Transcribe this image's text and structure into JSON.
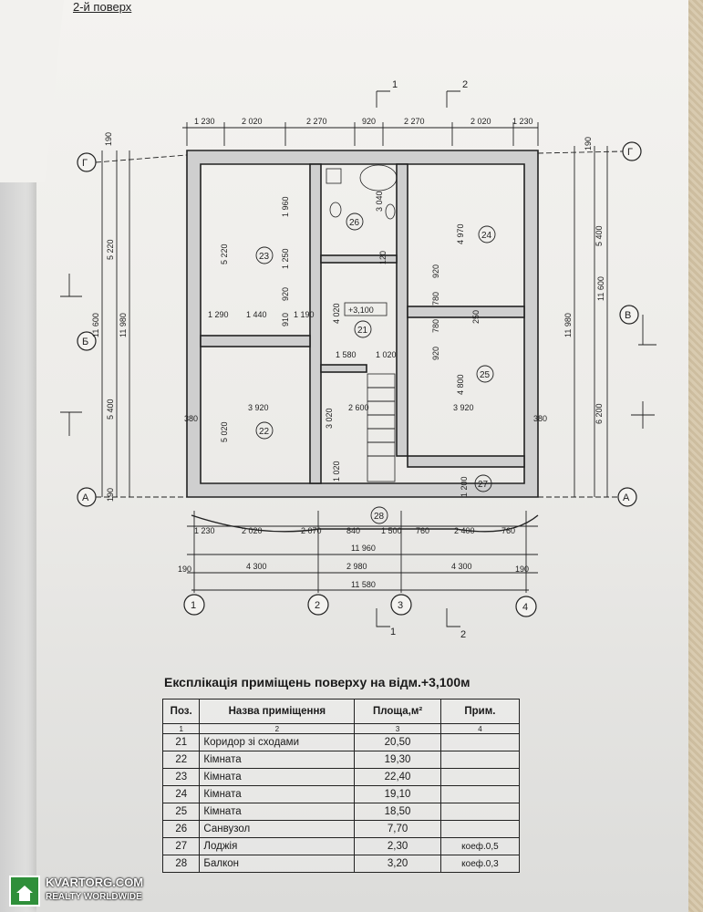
{
  "page": {
    "floor_title": "2-й поверх"
  },
  "plan": {
    "top_dims": [
      "1 230",
      "2 020",
      "2 270",
      "920",
      "2 270",
      "2 020",
      "1 230"
    ],
    "bottom_dims_row1": [
      "1 230",
      "2 020",
      "2 070",
      "840",
      "1 500",
      "760",
      "2 400",
      "760"
    ],
    "overall_outer": "11 960",
    "bottom_dims_row3": [
      "190",
      "4 300",
      "2 980",
      "4 300",
      "190"
    ],
    "overall_axes": "11 580",
    "left_dims": [
      "190",
      "5 220",
      "5 400",
      "190"
    ],
    "left_totals": [
      "11 600",
      "11 980"
    ],
    "right_dims": [
      "190",
      "5 400",
      "6 200"
    ],
    "right_totals": [
      "11 980",
      "11 600"
    ],
    "axes_horizontal": [
      "1",
      "2",
      "3",
      "4"
    ],
    "axes_vertical": [
      "Г",
      "Б",
      "В",
      "А"
    ],
    "section_marks": [
      "1",
      "2"
    ],
    "level_mark": "+3,100",
    "rooms": [
      "21",
      "22",
      "23",
      "24",
      "25",
      "26",
      "27",
      "28"
    ],
    "inner_dims": [
      "5 220",
      "1 960",
      "1 250",
      "920",
      "1 290",
      "1 440",
      "910",
      "1 190",
      "380",
      "3 920",
      "5 020",
      "1 580",
      "1 020",
      "2 600",
      "3 020",
      "4 020",
      "120",
      "3 040",
      "4 970",
      "920",
      "780",
      "250",
      "4 800",
      "1 200",
      "380",
      "780",
      "920",
      "1 020"
    ]
  },
  "explication": {
    "title": "Експлікація приміщень поверху на відм.+3,100м",
    "headers": [
      "Поз.",
      "Назва приміщення",
      "Площа,м²",
      "Прим."
    ],
    "col_index": [
      "1",
      "2",
      "3",
      "4"
    ],
    "rows": [
      {
        "pos": "21",
        "name": "Коридор зі сходами",
        "area": "20,50",
        "note": ""
      },
      {
        "pos": "22",
        "name": "Кімната",
        "area": "19,30",
        "note": ""
      },
      {
        "pos": "23",
        "name": "Кімната",
        "area": "22,40",
        "note": ""
      },
      {
        "pos": "24",
        "name": "Кімната",
        "area": "19,10",
        "note": ""
      },
      {
        "pos": "25",
        "name": "Кімната",
        "area": "18,50",
        "note": ""
      },
      {
        "pos": "26",
        "name": "Санвузол",
        "area": "7,70",
        "note": ""
      },
      {
        "pos": "27",
        "name": "Лоджія",
        "area": "2,30",
        "note": "коеф.0,5"
      },
      {
        "pos": "28",
        "name": "Балкон",
        "area": "3,20",
        "note": "коеф.0,3"
      }
    ]
  },
  "watermark": {
    "brand": "KVARTORG.COM",
    "tagline": "REALTY WORLDWIDE"
  }
}
